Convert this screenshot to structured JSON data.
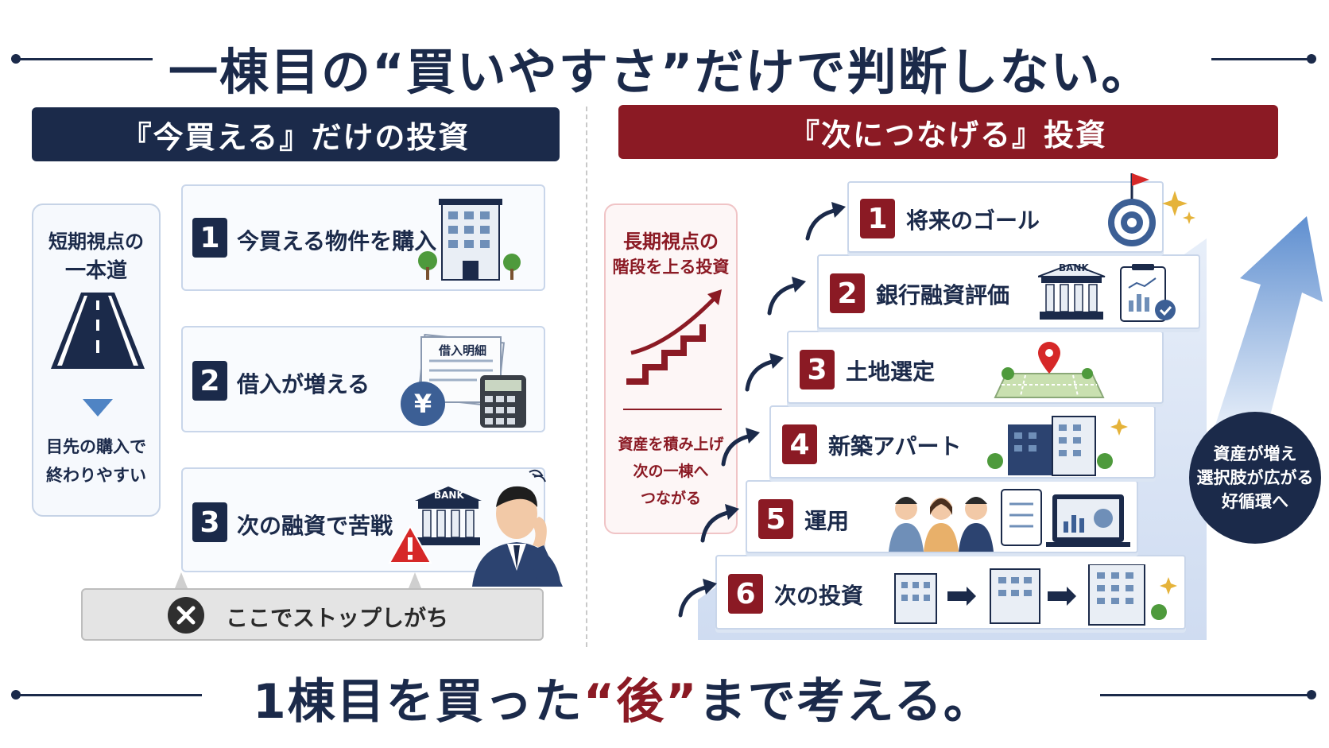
{
  "headline_top": {
    "prefix": "一棟目の",
    "quoted": "“買いやすさ”",
    "suffix": "だけで判断しない。"
  },
  "left": {
    "header": "『今買える』だけの投資",
    "side_title": [
      "短期視点の",
      "一本道"
    ],
    "side_note": [
      "目先の購入で",
      "終わりやすい"
    ],
    "steps": [
      {
        "num": "1",
        "label": "今買える物件を購入"
      },
      {
        "num": "2",
        "label": "借入が増える",
        "doc_label": "借入明細",
        "yen": "¥"
      },
      {
        "num": "3",
        "label": "次の融資で苦戦",
        "bank_label": "BANK"
      }
    ],
    "stop_label": "ここでストップしがち"
  },
  "right": {
    "header": "『次につなげる』投資",
    "side_title": [
      "長期視点の",
      "階段を上る投資"
    ],
    "side_note": [
      "資産を積み上げ",
      "次の一棟へ",
      "つながる"
    ],
    "steps": [
      {
        "num": "1",
        "label": "将来のゴール"
      },
      {
        "num": "2",
        "label": "銀行融資評価",
        "bank_label": "BANK"
      },
      {
        "num": "3",
        "label": "土地選定"
      },
      {
        "num": "4",
        "label": "新築アパート"
      },
      {
        "num": "5",
        "label": "運用"
      },
      {
        "num": "6",
        "label": "次の投資"
      }
    ],
    "circle_note": [
      "資産が増え",
      "選択肢が広がる",
      "好循環へ"
    ]
  },
  "headline_bottom": {
    "prefix": "1棟目を買った",
    "quoted": "“後”",
    "suffix": "まで考える。"
  },
  "colors": {
    "navy": "#1b2a4a",
    "crimson": "#8b1a24",
    "light_blue": "#c9d6ea"
  }
}
